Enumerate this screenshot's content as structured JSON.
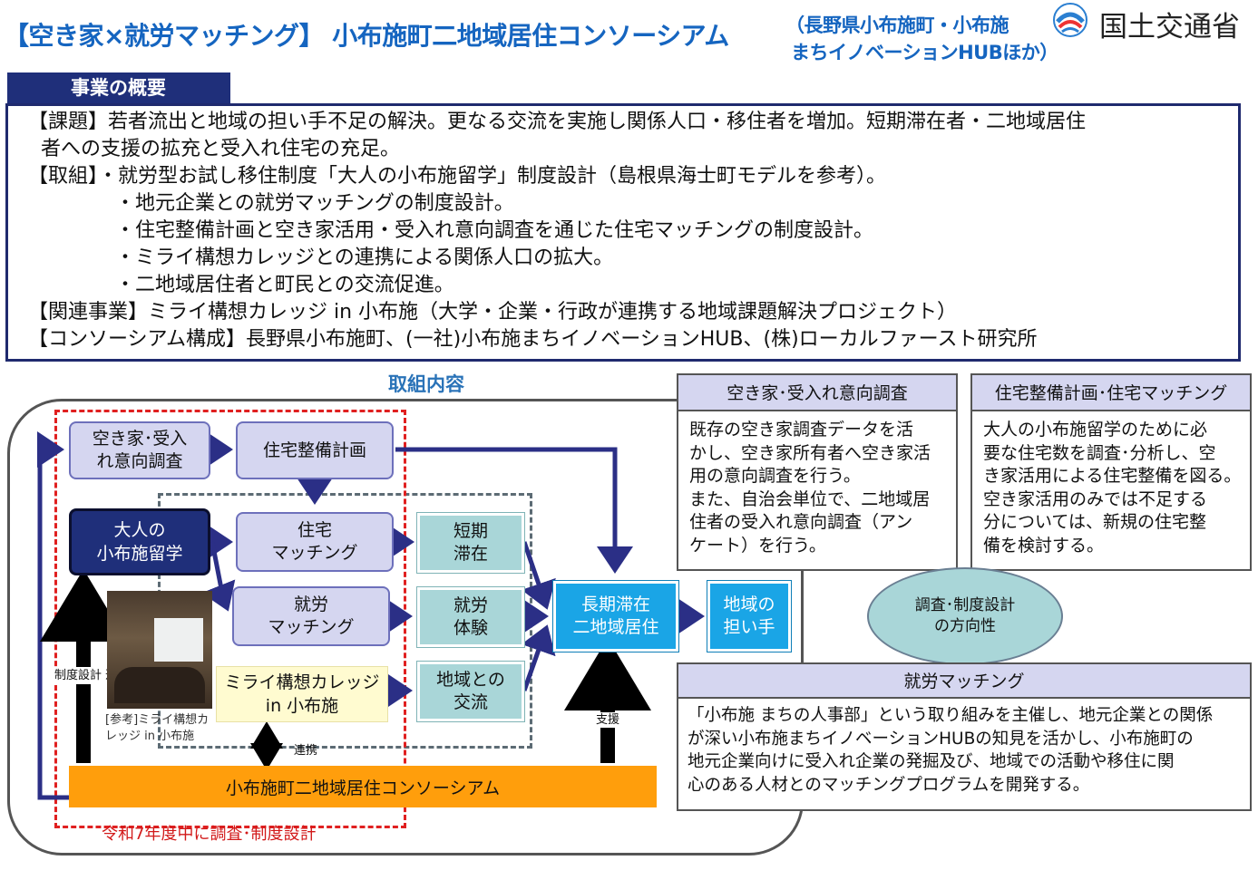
{
  "header": {
    "title": "【空き家×就労マッチング】 小布施町二地域居住コンソーシアム",
    "subtitle_line1": "（長野県小布施町・小布施",
    "subtitle_line2": "まちイノベーションHUBほか）",
    "ministry": "国土交通省"
  },
  "overview": {
    "tab_label": "事業の概要",
    "lines": [
      "【課題】若者流出と地域の担い手不足の解決。更なる交流を実施し関係人口・移住者を増加。短期滞在者・二地域居住",
      "者への支援の拡充と受入れ住宅の充足。",
      "【取組】・就労型お試し移住制度「大人の小布施留学」制度設計（島根県海士町モデルを参考）。",
      "・地元企業との就労マッチングの制度設計。",
      "・住宅整備計画と空き家活用・受入れ意向調査を通じた住宅マッチングの制度設計。",
      "・ミライ構想カレッジとの連携による関係人口の拡大。",
      "・二地域居住者と町民との交流促進。",
      "【関連事業】ミライ構想カレッジ in 小布施（大学・企業・行政が連携する地域課題解決プロジェクト）",
      "【コンソーシアム構成】長野県小布施町、(一社)小布施まちイノベーションHUB、(株)ローカルファースト研究所"
    ]
  },
  "diagram": {
    "section_title": "取組内容",
    "akiya_survey": "空き家･受入\nれ意向調査",
    "housing_plan": "住宅整備計画",
    "otona": "大人の\n小布施留学",
    "housing_matching": "住宅\nマッチング",
    "job_matching": "就労\nマッチング",
    "college": "ミライ構想カレッジ\nin 小布施",
    "short_stay": "短期\n滞在",
    "job_experience": "就労\n体験",
    "community": "地域との\n交流",
    "long_stay": "長期滞在\n二地域居住",
    "local_bearer": "地域の\n担い手",
    "consortium": "小布施町二地域居住コンソーシアム",
    "design_label": "制度設計\n運営",
    "photo_caption": "[参考]ミライ構想カ\nレッジ in 小布施",
    "renkei_label": "連携",
    "shien_label": "支援",
    "red_label": "令和7年度中に調査･制度設計"
  },
  "panels": {
    "survey": {
      "title": "空き家･受入れ意向調査",
      "body": "既存の空き家調査データを活\nかし、空き家所有者へ空き家活\n用の意向調査を行う。\nまた、自治会単位で、二地域居\n住者の受入れ意向調査（アン\nケート）を行う。"
    },
    "housing": {
      "title": "住宅整備計画･住宅マッチング",
      "body": "大人の小布施留学のために必\n要な住宅数を調査･分析し、空\nき家活用による住宅整備を図る。\n空き家活用のみでは不足する\n分については、新規の住宅整\n備を検討する。"
    },
    "ellipse": "調査･制度設計\nの方向性",
    "job": {
      "title": "就労マッチング",
      "body": "「小布施 まちの人事部」という取り組みを主催し、地元企業との関係\nが深い小布施まちイノベーションHUBの知見を活かし、小布施町の\n地元企業向けに受入れ企業の発掘及び、地域での活動や移住に関\n心のある人材とのマッチングプログラムを開発する。"
    }
  },
  "colors": {
    "title_blue": "#1565c0",
    "navy": "#1f2f7a",
    "lavender": "#d5d6f0",
    "teal": "#a9d6d8",
    "sky_blue": "#1aa5e6",
    "orange": "#ff9e0c",
    "red_dash": "#e02020"
  }
}
